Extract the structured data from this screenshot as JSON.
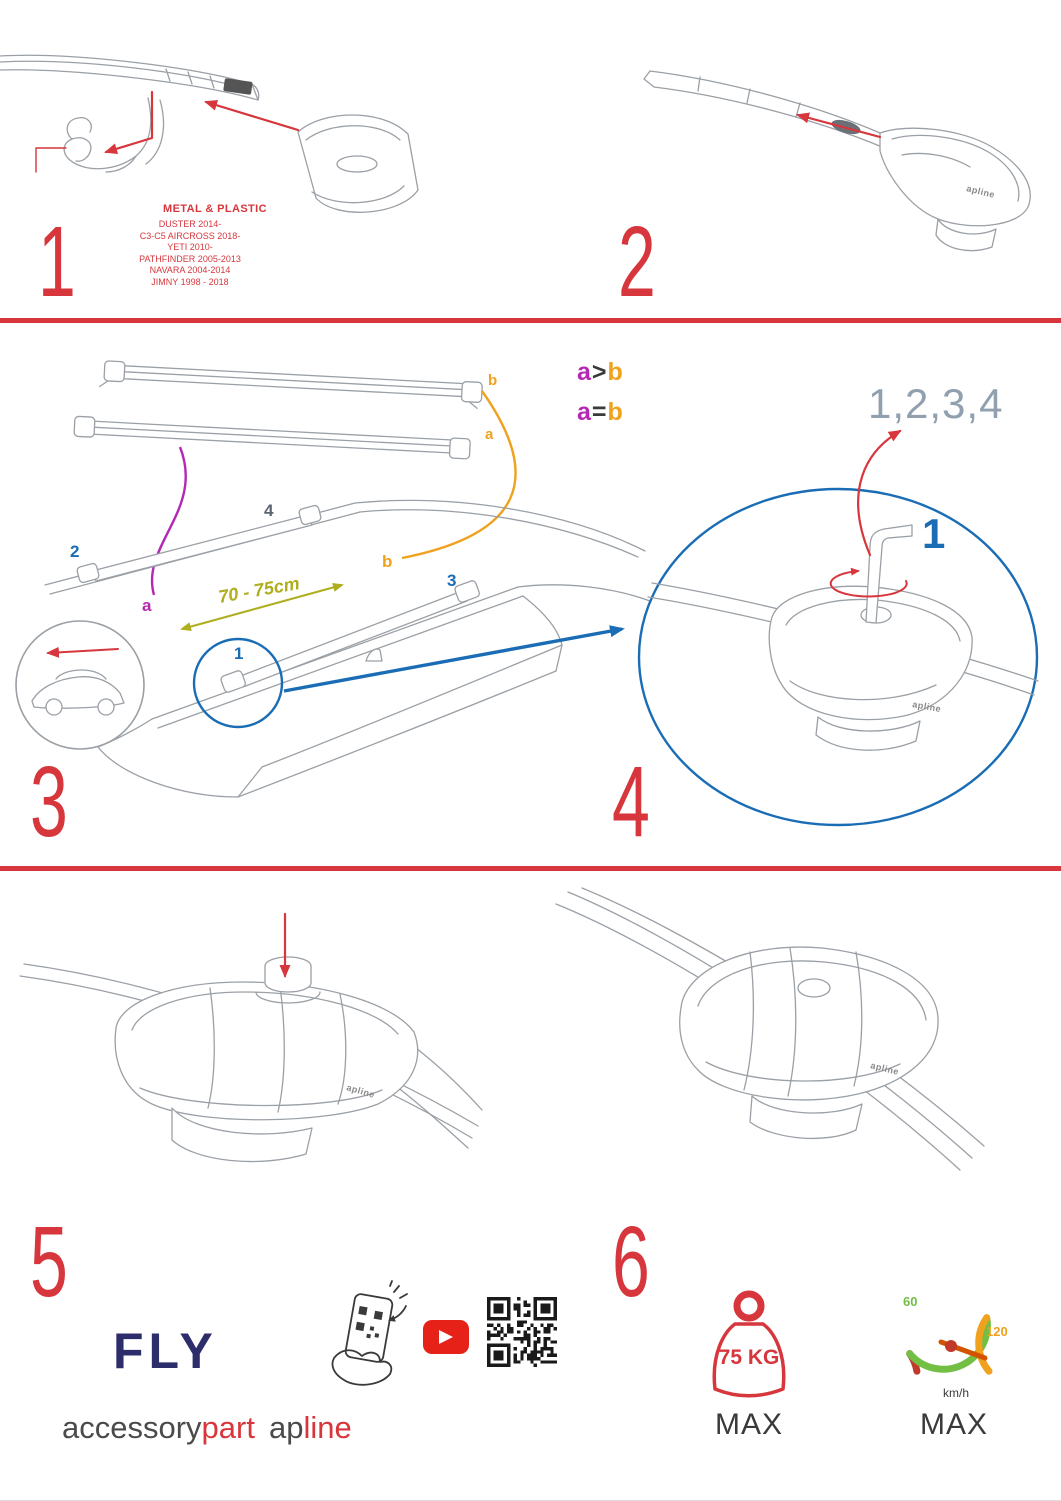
{
  "colors": {
    "red": "#d6363c",
    "blue": "#1a6db5",
    "purple": "#b428b4",
    "orange": "#f0a11e",
    "olive": "#aeae1e",
    "gray_blue": "#90a0ae",
    "navy": "#2d2d6b",
    "dark": "#3a3a3a",
    "slate": "#5a6570",
    "line": "#9aa0a6",
    "yt": "#e62117",
    "green": "#72bf44",
    "needle": "#d35400"
  },
  "steps": {
    "s1": {
      "number": "1",
      "material": "METAL & PLASTIC",
      "models": [
        "DUSTER 2014-",
        "C3-C5 AIRCROSS 2018-",
        "YETI 2010-",
        "PATHFINDER 2005-2013",
        "NAVARA 2004-2014",
        "JIMNY 1998 - 2018"
      ]
    },
    "s2": {
      "number": "2"
    },
    "s3": {
      "number": "3",
      "bar_label_top": "b",
      "bar_label_bottom": "a",
      "rule1": {
        "a": "a",
        "op": ">",
        "b": "b"
      },
      "rule2": {
        "a": "a",
        "op": "=",
        "b": "b"
      },
      "distance": "70 - 75cm",
      "pos1": "1",
      "pos2": "2",
      "pos3": "3",
      "pos4": "4",
      "roof_a": "a",
      "roof_b": "b"
    },
    "s4": {
      "number": "4",
      "sequence": "1,2,3,4",
      "first": "1"
    },
    "s5": {
      "number": "5"
    },
    "s6": {
      "number": "6"
    }
  },
  "branding": {
    "product": "FLY",
    "accessory": "accessory",
    "part": "part",
    "ap": "ap",
    "line": "line",
    "logo_small": "apline"
  },
  "limits": {
    "weight": "75 KG",
    "weight_max": "MAX",
    "speed_60": "60",
    "speed_120": "120",
    "speed_unit": "km/h",
    "speed_max": "MAX"
  }
}
